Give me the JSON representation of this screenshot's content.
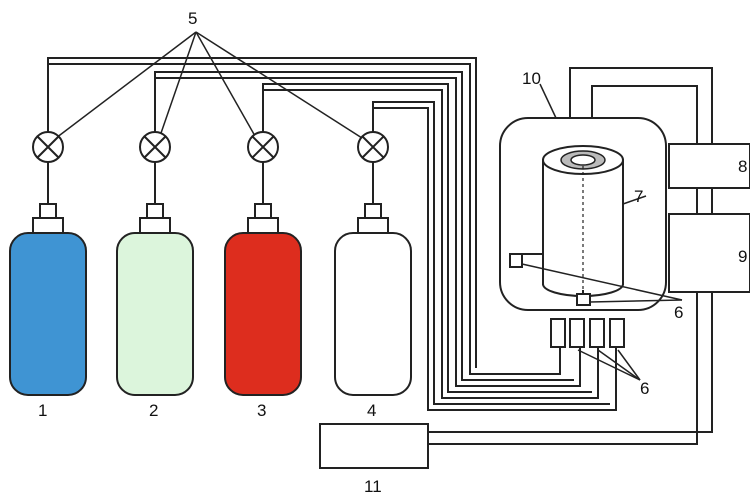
{
  "labels": {
    "cyl1": "1",
    "cyl2": "2",
    "cyl3": "3",
    "cyl4": "4",
    "valves": "5",
    "sensors_a": "6",
    "sensors_b": "6",
    "sample": "7",
    "unit8": "8",
    "unit9": "9",
    "chamber": "10",
    "unit11": "11"
  },
  "colors": {
    "cylinder_1": "#3f94d3",
    "cylinder_2": "#dcf5dc",
    "cylinder_3": "#dd2d1e",
    "cylinder_4": "#ffffff",
    "line": "#222222",
    "sample_ring": "#bbbbbb"
  }
}
